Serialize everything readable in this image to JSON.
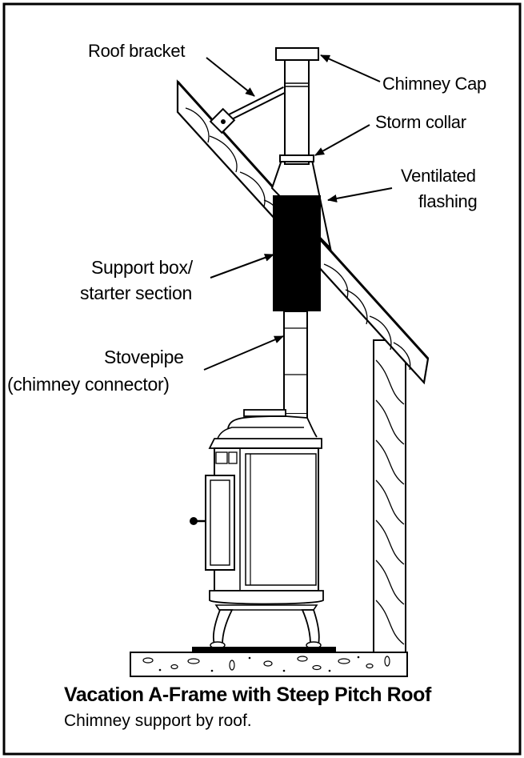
{
  "labels": {
    "roof_bracket": "Roof bracket",
    "chimney_cap": "Chimney Cap",
    "storm_collar": "Storm collar",
    "ventilated_flashing_line1": "Ventilated",
    "ventilated_flashing_line2": "flashing",
    "support_box_line1": "Support box/",
    "support_box_line2": "starter section",
    "stovepipe_line1": "Stovepipe",
    "stovepipe_line2": "(chimney connector)"
  },
  "caption": {
    "title": "Vacation A-Frame with Steep Pitch Roof",
    "subtitle": "Chimney support by roof."
  }
}
